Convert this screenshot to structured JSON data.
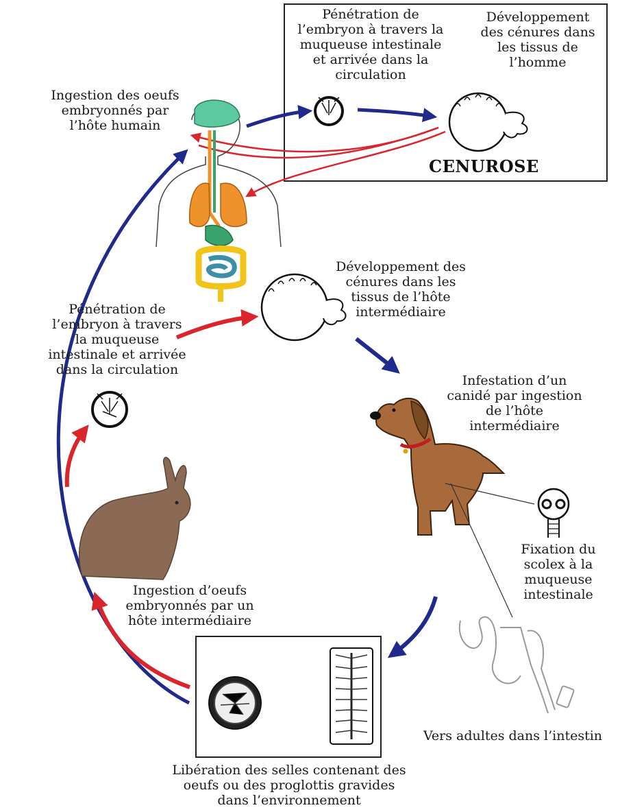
{
  "labels": {
    "top_penetration": [
      "Pénétration de",
      "l’embryon à travers la",
      "muqueuse intestinale",
      "et arrivée dans la",
      "circulation"
    ],
    "top_development": [
      "Développement",
      "des cénures dans",
      "les tissus de",
      "l’homme"
    ],
    "cenurose": "CENUROSE",
    "human_ingestion": [
      "Ingestion des oeufs",
      "embryonnés par",
      "l’hôte humain"
    ],
    "intermediate_development": [
      "Développement des",
      "cénures dans les",
      "tissus de l’hôte",
      "intermédiaire"
    ],
    "left_penetration": [
      "Pénétration de",
      "l’embryon à travers",
      "la muqueuse",
      "intestinale et arrivée",
      "dans la circulation"
    ],
    "canid_infestation": [
      "Infestation d’un",
      "canidé par ingestion",
      "de l’hôte",
      "intermédiaire"
    ],
    "scolex_fixation": [
      "Fixation du",
      "scolex à la",
      "muqueuse",
      "intestinale"
    ],
    "rabbit_ingestion": [
      "Ingestion d’oeufs",
      "embryonnés par un",
      "hôte intermédiaire"
    ],
    "adult_worms": "Vers adultes dans l’intestin",
    "release": [
      "Libération des selles contenant des",
      "oeufs ou des proglottis gravides",
      "dans l’environnement"
    ]
  },
  "colors": {
    "blue_arrow": "#1f2a8c",
    "red_arrow": "#d9252b",
    "dog_fur": "#a86a3a",
    "rabbit_fur": "#8a6a55",
    "lungs": "#f0922c",
    "intestine_small": "#3d8fa8",
    "intestine_large": "#f2c419",
    "brain": "#5cc9a0"
  },
  "icons": [
    "human-anatomy-icon",
    "cyst-icon",
    "egg-icon",
    "dog-icon",
    "rabbit-icon",
    "scolex-icon",
    "tapeworm-icon",
    "proglottid-icon"
  ]
}
